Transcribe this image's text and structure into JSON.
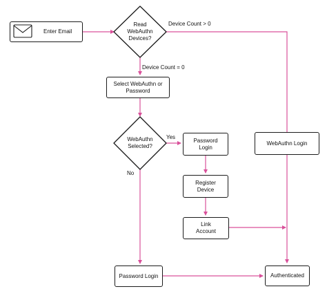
{
  "colors": {
    "arrow": "#d9509a",
    "stroke": "#1a1a1a"
  },
  "nodes": {
    "enter_email": {
      "label": "Enter Email",
      "icon": "envelope-icon"
    },
    "read_devices": {
      "label": "Read\nWebAuthn\nDevices?"
    },
    "select_method": {
      "label": "Select WebAuthn or\nPassword"
    },
    "webauthn_selected": {
      "label": "WebAuthn\nSelected?"
    },
    "password_login_right": {
      "label": "Password\nLogin"
    },
    "register_device": {
      "label": "Register\nDevice"
    },
    "link_account": {
      "label": "Link\nAccount"
    },
    "webauthn_login": {
      "label": "WebAuthn Login"
    },
    "password_login_bottom": {
      "label": "Password Login"
    },
    "authenticated": {
      "label": "Authenticated"
    }
  },
  "edges": {
    "device_count_gt_0": "Device Count > 0",
    "device_count_eq_0": "Device Count = 0",
    "yes": "Yes",
    "no": "No"
  }
}
